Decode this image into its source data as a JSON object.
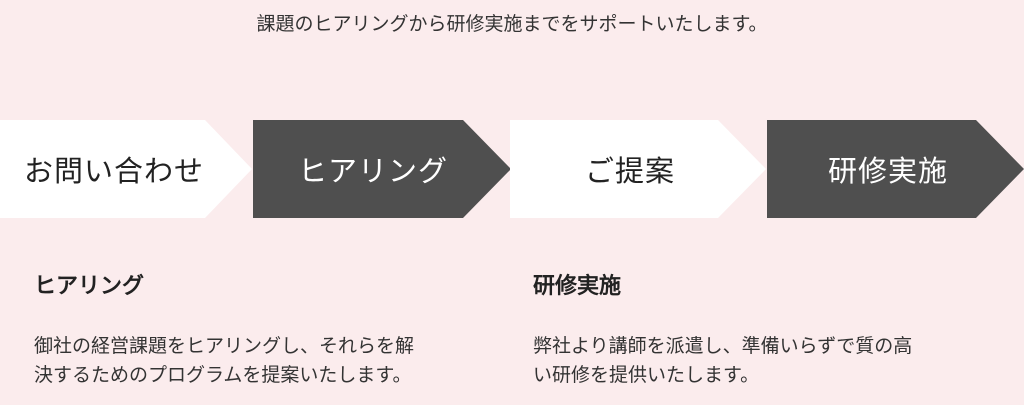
{
  "intro": "課題のヒアリングから研修実施までをサポートいたします。",
  "steps": [
    {
      "label": "お問い合わせ",
      "style": "light"
    },
    {
      "label": "ヒアリング",
      "style": "dark"
    },
    {
      "label": "ご提案",
      "style": "light"
    },
    {
      "label": "研修実施",
      "style": "dark"
    }
  ],
  "details": [
    {
      "title": "ヒアリング",
      "lines": [
        "御社の経営課題をヒアリングし、それらを解",
        "決するためのプログラムを提案いたします。"
      ]
    },
    {
      "title": "研修実施",
      "lines": [
        "弊社より講師を派遣し、準備いらずで質の高",
        "い研修を提供いたします。"
      ]
    }
  ],
  "colors": {
    "background": "#fbeced",
    "light_step": "#ffffff",
    "dark_step": "#4f4f4f"
  }
}
